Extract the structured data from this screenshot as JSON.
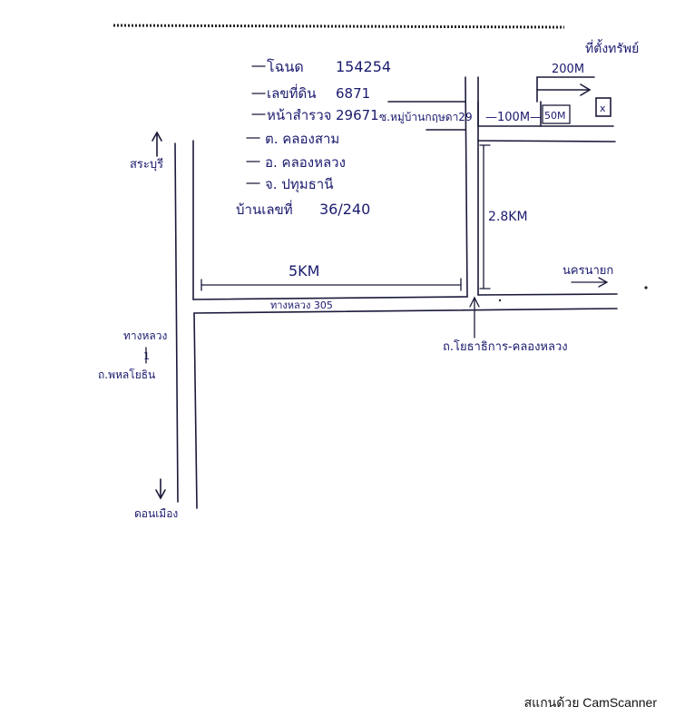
{
  "info": {
    "deed_label": "โฉนด",
    "deed_value": "154254",
    "land_no_label": "เลขที่ดิน",
    "land_no_value": "6871",
    "survey_label": "หน้าสำรวจ",
    "survey_value": "29671",
    "subdistrict": "ต.   คลองสาม",
    "district": "อ.   คลองหลวง",
    "province": "จ.   ปทุมธานี",
    "house_no_label": "บ้านเลขที่",
    "house_no_value": "36/240"
  },
  "labels": {
    "property": "ที่ตั้งทรัพย์",
    "soi": "ซ.หมู่บ้านกฤษดา29",
    "dist_200": "200M",
    "dist_100": "—100M—",
    "dist_50": "50M",
    "property_marker": "x",
    "dist_28": "2.8KM",
    "dist_5": "5KM",
    "highway": "ทางหลวง 305",
    "north_dir": "สระบุรี",
    "south_dir": "ดอนเมือง",
    "main_road_line1": "ทางหลวง",
    "main_road_num": "1",
    "main_road_line2": "ถ.พหลโยธิน",
    "nakhon_nayok": "นครนายก",
    "junction_road": "ถ.โยธาธิการ-คลองหลวง"
  },
  "footer": {
    "scanner": "สแกนด้วย CamScanner"
  },
  "colors": {
    "ink": "#1a1a6e",
    "line": "#1a1a3a"
  }
}
